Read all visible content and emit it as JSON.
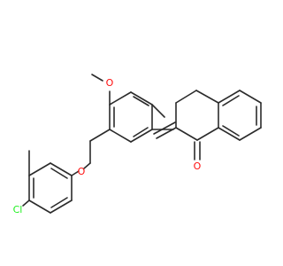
{
  "structure": {
    "atoms": [
      {
        "id": "o_methoxy",
        "symbol": "O",
        "color": "#ff0d0d"
      },
      {
        "id": "o_ether",
        "symbol": "O",
        "color": "#ff0d0d"
      },
      {
        "id": "cl",
        "symbol": "Cl",
        "color": "#1ff01f"
      },
      {
        "id": "o_ketone",
        "symbol": "O",
        "color": "#ff0d0d"
      }
    ],
    "bond_color": "#2b2b2b",
    "background": "#ffffff"
  }
}
